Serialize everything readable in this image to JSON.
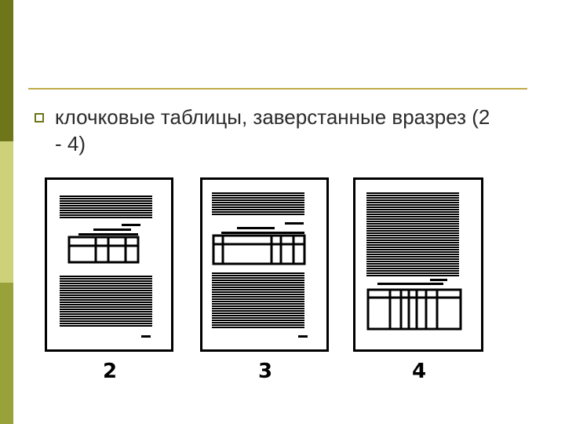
{
  "bullet": {
    "text": "клочковые таблицы, заверстанные вразрез (2 - 4)"
  },
  "figures": [
    {
      "label": "2"
    },
    {
      "label": "3"
    },
    {
      "label": "4"
    }
  ],
  "colors": {
    "sidebar_dark": "#6e7619",
    "sidebar_light": "#cdd27a",
    "sidebar_mid": "#98a13a",
    "rule": "#c2a94a",
    "bullet": "#6e7619"
  }
}
